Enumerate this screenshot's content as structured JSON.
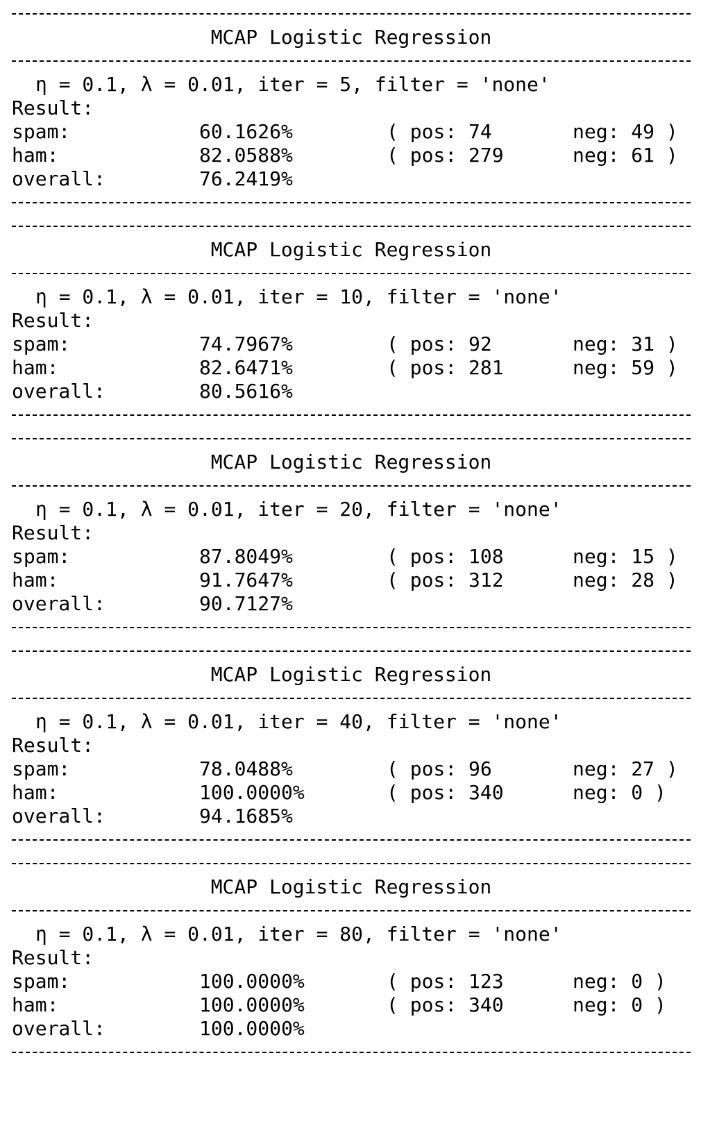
{
  "runs": [
    {
      "title": "MCAP Logistic Regression",
      "params": "η = 0.1, λ = 0.01, iter = 5, filter = 'none'",
      "result_label": "Result:",
      "spam": {
        "label": "spam:",
        "pct": "60.1626%",
        "pos": "( pos: 74",
        "neg": "neg: 49 )"
      },
      "ham": {
        "label": "ham:",
        "pct": "82.0588%",
        "pos": "( pos: 279",
        "neg": "neg: 61 )"
      },
      "overall": {
        "label": "overall:",
        "pct": "76.2419%"
      }
    },
    {
      "title": "MCAP Logistic Regression",
      "params": "η = 0.1, λ = 0.01, iter = 10, filter = 'none'",
      "result_label": "Result:",
      "spam": {
        "label": "spam:",
        "pct": "74.7967%",
        "pos": "( pos: 92",
        "neg": "neg: 31 )"
      },
      "ham": {
        "label": "ham:",
        "pct": "82.6471%",
        "pos": "( pos: 281",
        "neg": "neg: 59 )"
      },
      "overall": {
        "label": "overall:",
        "pct": "80.5616%"
      }
    },
    {
      "title": "MCAP Logistic Regression",
      "params": "η = 0.1, λ = 0.01, iter = 20, filter = 'none'",
      "result_label": "Result:",
      "spam": {
        "label": "spam:",
        "pct": "87.8049%",
        "pos": "( pos: 108",
        "neg": "neg: 15 )"
      },
      "ham": {
        "label": "ham:",
        "pct": "91.7647%",
        "pos": "( pos: 312",
        "neg": "neg: 28 )"
      },
      "overall": {
        "label": "overall:",
        "pct": "90.7127%"
      }
    },
    {
      "title": "MCAP Logistic Regression",
      "params": "η = 0.1, λ = 0.01, iter = 40, filter = 'none'",
      "result_label": "Result:",
      "spam": {
        "label": "spam:",
        "pct": "78.0488%",
        "pos": "( pos: 96",
        "neg": "neg: 27 )"
      },
      "ham": {
        "label": "ham:",
        "pct": "100.0000%",
        "pos": "( pos: 340",
        "neg": "neg: 0 )"
      },
      "overall": {
        "label": "overall:",
        "pct": "94.1685%"
      }
    },
    {
      "title": "MCAP Logistic Regression",
      "params": "η = 0.1, λ = 0.01, iter = 80, filter = 'none'",
      "result_label": "Result:",
      "spam": {
        "label": "spam:",
        "pct": "100.0000%",
        "pos": "( pos: 123",
        "neg": "neg: 0 )"
      },
      "ham": {
        "label": "ham:",
        "pct": "100.0000%",
        "pos": "( pos: 340",
        "neg": "neg: 0 )"
      },
      "overall": {
        "label": "overall:",
        "pct": "100.0000%"
      }
    }
  ]
}
